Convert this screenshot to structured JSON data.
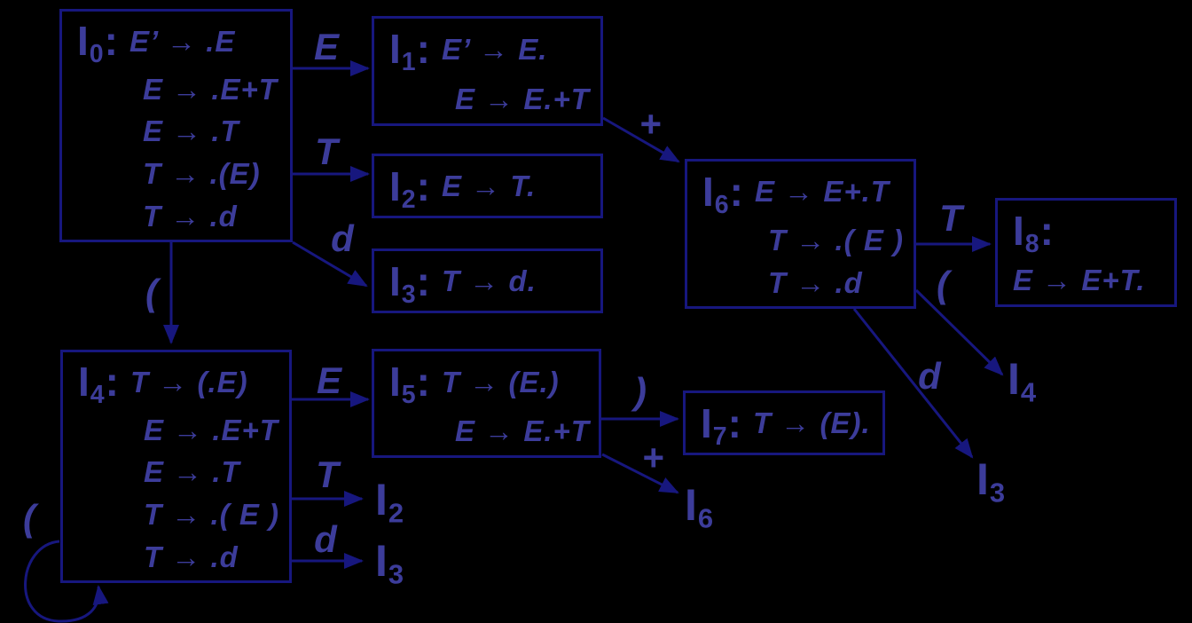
{
  "diagram_type": "lr0-item-set-automaton",
  "colors": {
    "background": "#000000",
    "line": "#17177e",
    "text": "#3c3c9a"
  },
  "state_prefix": "I",
  "state_colon": ":",
  "states": {
    "i0": {
      "sub": "0",
      "lines": [
        "E’ → .E",
        "E → .E+T",
        "E → .T",
        "T → .(E)",
        "T → .d"
      ]
    },
    "i1": {
      "sub": "1",
      "lines": [
        "E’ → E.",
        "E → E.+T"
      ]
    },
    "i2": {
      "sub": "2",
      "lines": [
        "E → T."
      ]
    },
    "i3": {
      "sub": "3",
      "lines": [
        "T → d."
      ]
    },
    "i4": {
      "sub": "4",
      "lines": [
        "T → (.E)",
        "E → .E+T",
        "E → .T",
        "T → .( E )",
        "T → .d"
      ]
    },
    "i5": {
      "sub": "5",
      "lines": [
        "T → (E.)",
        "E → E.+T"
      ]
    },
    "i6": {
      "sub": "6",
      "lines": [
        "E → E+.T",
        "T → .( E )",
        "T → .d"
      ]
    },
    "i7": {
      "sub": "7",
      "lines": [
        "T → (E)."
      ]
    },
    "i8": {
      "sub": "8",
      "lines": [
        "E → E+T."
      ]
    }
  },
  "edges": [
    {
      "from": "I0",
      "to": "I1",
      "label": "E"
    },
    {
      "from": "I0",
      "to": "I2",
      "label": "T"
    },
    {
      "from": "I0",
      "to": "I3",
      "label": "d"
    },
    {
      "from": "I0",
      "to": "I4",
      "label": "("
    },
    {
      "from": "I1",
      "to": "I6",
      "label": "+"
    },
    {
      "from": "I4",
      "to": "I5",
      "label": "E"
    },
    {
      "from": "I4",
      "to": "I2",
      "label": "T"
    },
    {
      "from": "I4",
      "to": "I3",
      "label": "d"
    },
    {
      "from": "I4",
      "to": "I4",
      "label": "("
    },
    {
      "from": "I5",
      "to": "I7",
      "label": ")"
    },
    {
      "from": "I5",
      "to": "I6",
      "label": "+"
    },
    {
      "from": "I6",
      "to": "I8",
      "label": "T"
    },
    {
      "from": "I6",
      "to": "I4",
      "label": "("
    },
    {
      "from": "I6",
      "to": "I3",
      "label": "d"
    }
  ],
  "refs": [
    {
      "target": "I2",
      "sub": "2"
    },
    {
      "target": "I3",
      "sub": "3"
    },
    {
      "target": "I6",
      "sub": "6"
    },
    {
      "target": "I4",
      "sub": "4"
    },
    {
      "target": "I3",
      "sub": "3"
    }
  ]
}
